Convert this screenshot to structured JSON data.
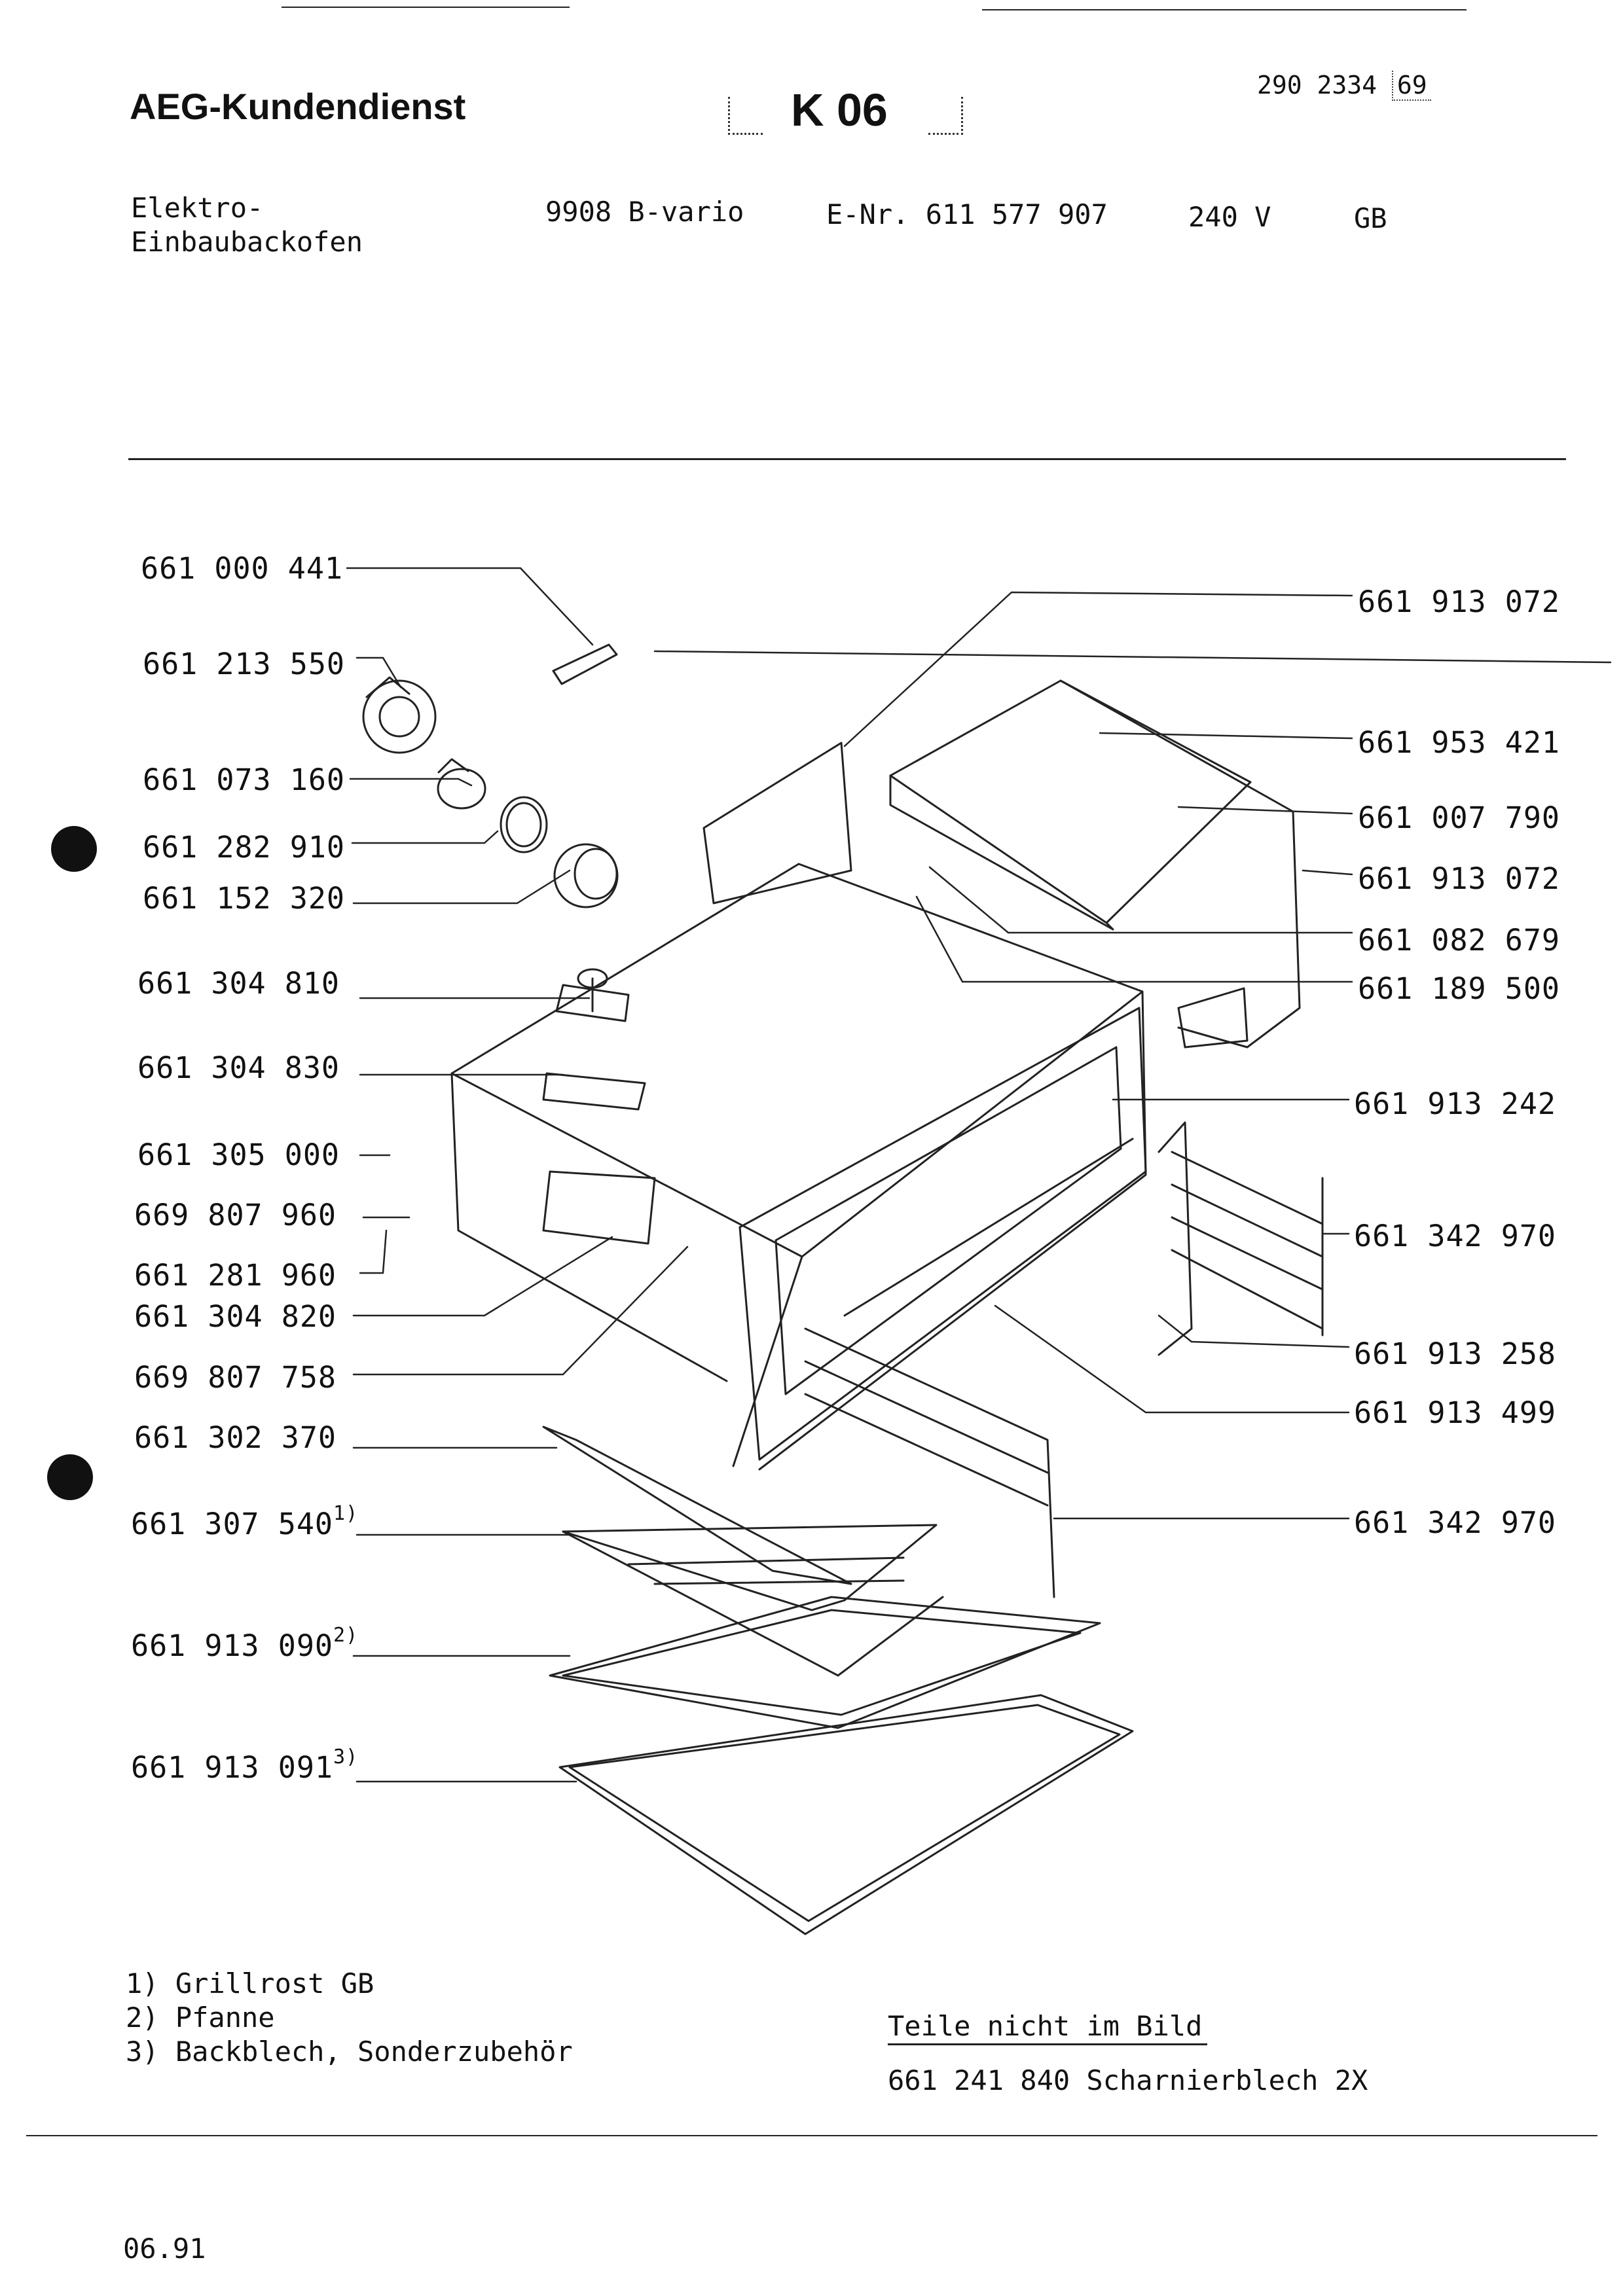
{
  "header": {
    "brand": "AEG-Kundendienst",
    "group_code": "K 06",
    "doc_number": "290 2334",
    "doc_suffix": "69",
    "appliance_line1": "Elektro-",
    "appliance_line2": "Einbaubackofen",
    "model": "9908 B-vario",
    "e_nr": "E-Nr. 611 577 907",
    "voltage": "240 V",
    "country": "GB"
  },
  "parts_left": [
    {
      "number": "661 000 441",
      "sup": ""
    },
    {
      "number": "661 213 550",
      "sup": ""
    },
    {
      "number": "661 073 160",
      "sup": ""
    },
    {
      "number": "661 282 910",
      "sup": ""
    },
    {
      "number": "661 152 320",
      "sup": ""
    },
    {
      "number": "661 304 810",
      "sup": ""
    },
    {
      "number": "661 304 830",
      "sup": ""
    },
    {
      "number": "661 305 000",
      "sup": ""
    },
    {
      "number": "669 807 960",
      "sup": ""
    },
    {
      "number": "661 281 960",
      "sup": ""
    },
    {
      "number": "661 304 820",
      "sup": ""
    },
    {
      "number": "669 807 758",
      "sup": ""
    },
    {
      "number": "661 302 370",
      "sup": ""
    },
    {
      "number": "661 307 540",
      "sup": "1)"
    },
    {
      "number": "661 913 090",
      "sup": "2)"
    },
    {
      "number": "661 913 091",
      "sup": "3)"
    }
  ],
  "parts_right": [
    {
      "number": "661 913 072"
    },
    {
      "number": "661 953 421"
    },
    {
      "number": "661 007 790"
    },
    {
      "number": "661 913 072"
    },
    {
      "number": "661 082 679"
    },
    {
      "number": "661 189 500"
    },
    {
      "number": "661 913 242"
    },
    {
      "number": "661 342 970"
    },
    {
      "number": "661 913 258"
    },
    {
      "number": "661 913 499"
    },
    {
      "number": "661 342 970"
    }
  ],
  "footnotes": [
    "1) Grillrost GB",
    "2) Pfanne",
    "3) Backblech, Sonderzubehör"
  ],
  "not_shown": {
    "title": "Teile nicht im Bild",
    "item": "661 241 840 Scharnierblech 2X"
  },
  "date": "06.91"
}
